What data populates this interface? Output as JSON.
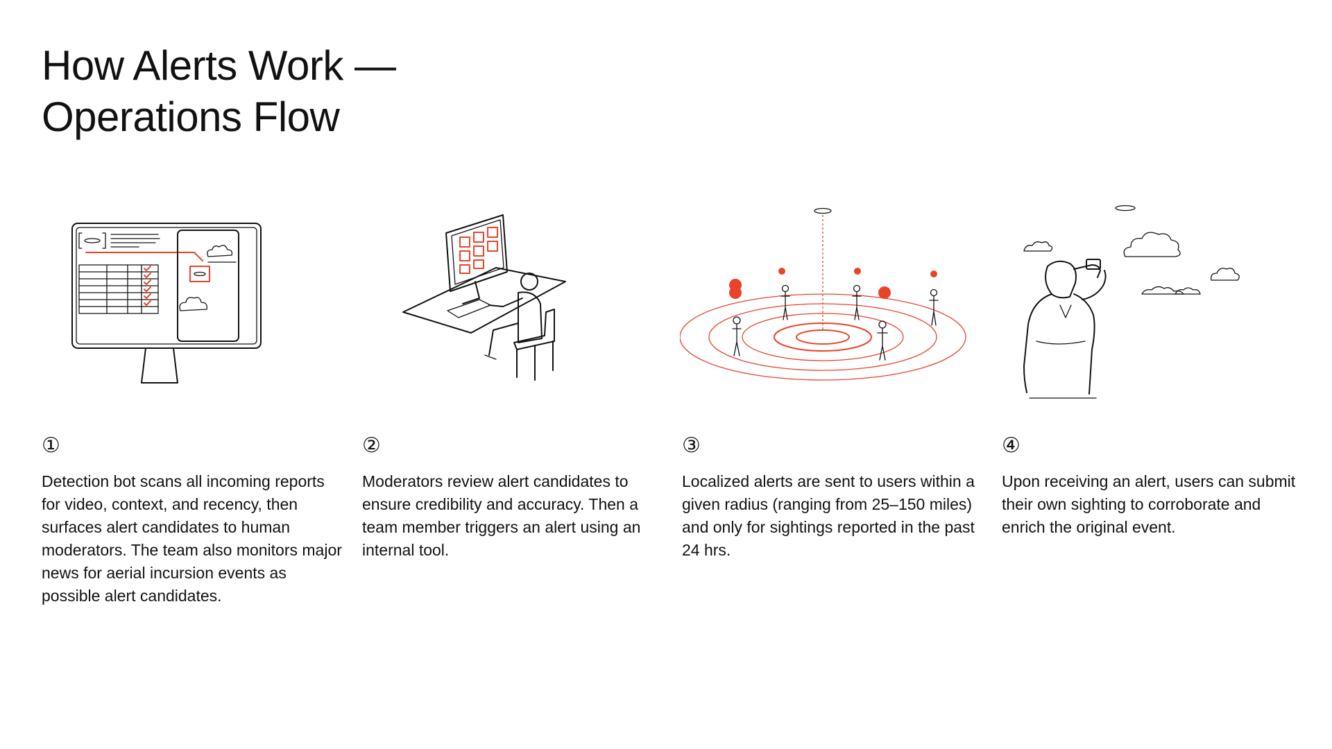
{
  "title": {
    "line1": "How Alerts Work —",
    "line2": "Operations Flow"
  },
  "colors": {
    "accent": "#e8442a",
    "ink": "#111111",
    "background": "#ffffff"
  },
  "steps": [
    {
      "number": "①",
      "illustration": "monitor-dashboard-illustration",
      "text": "Detection bot scans all incoming reports for video, context, and recency, then surfaces alert candidates to human moderators. The team also monitors major news for aerial incursion events as possible alert candidates."
    },
    {
      "number": "②",
      "illustration": "moderator-at-desk-illustration",
      "text": "Moderators review alert candidates to ensure credibility and accuracy. Then a team member triggers an alert using an internal tool."
    },
    {
      "number": "③",
      "illustration": "radius-alert-illustration",
      "text": "Localized alerts are sent to users within a given radius (ranging from 25–150 miles) and only for sightings reported in the past 24 hrs."
    },
    {
      "number": "④",
      "illustration": "person-filming-sky-illustration",
      "text": "Upon receiving an alert, users can submit their own sighting to corroborate and enrich the original event."
    }
  ]
}
